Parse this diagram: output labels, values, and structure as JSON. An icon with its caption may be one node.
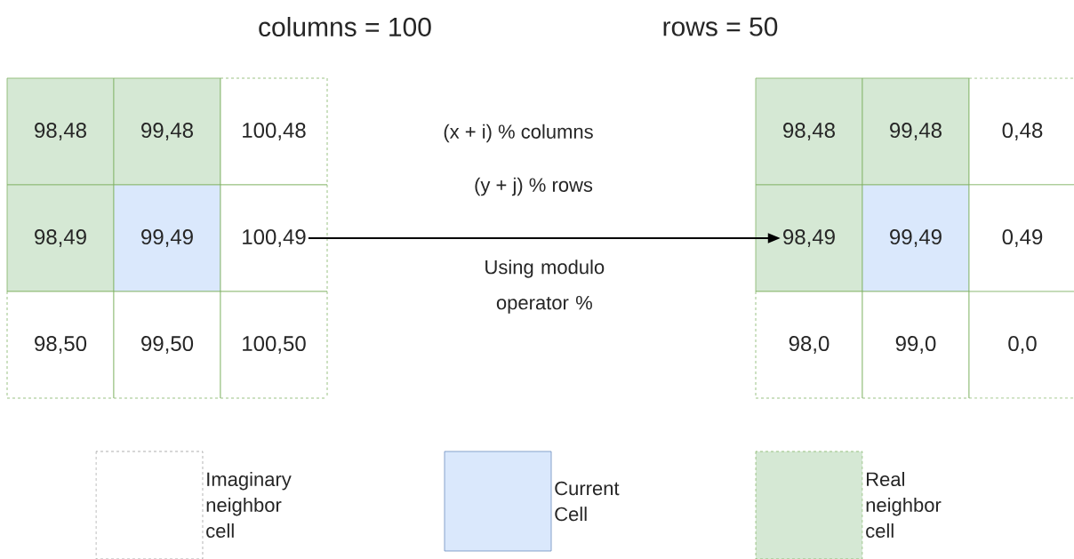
{
  "diagram": {
    "nodes": [
      {
        "text": [
          "98,48"
        ]
      },
      {
        "text": [
          "99,48"
        ]
      },
      {
        "text": [
          "100,48"
        ]
      },
      {
        "text": [
          "98,49"
        ]
      },
      {
        "text": [
          "99,49"
        ]
      },
      {
        "text": [
          "100,49"
        ]
      },
      {
        "text": [
          "98,50"
        ]
      },
      {
        "text": [
          "99,50"
        ]
      },
      {
        "text": [
          "100,50"
        ]
      },
      {
        "text": [
          "98,48"
        ]
      },
      {
        "text": [
          "99,48"
        ]
      },
      {
        "text": [
          "0,48"
        ]
      },
      {
        "text": [
          "98,49"
        ]
      },
      {
        "text": [
          "99,49"
        ]
      },
      {
        "text": [
          "0,49"
        ]
      },
      {
        "text": [
          "98,0"
        ]
      },
      {
        "text": [
          "99,0"
        ]
      },
      {
        "text": [
          "0,0"
        ]
      }
    ],
    "edges": [
      {
        "from": 5,
        "to": 12,
        "arrow": "to",
        "label": "Using modulo operator %"
      }
    ],
    "labels": [
      "columns = 100",
      "rows = 50",
      "(x + i) % columns",
      "(y + j) % rows"
    ],
    "legend": [
      {
        "text": "Imaginary neighbor cell"
      },
      {
        "text": "Current Cell",
        "color": "#dae8fc"
      },
      {
        "text": "Real neighbor cell",
        "color": "#d5e8d4"
      }
    ]
  }
}
